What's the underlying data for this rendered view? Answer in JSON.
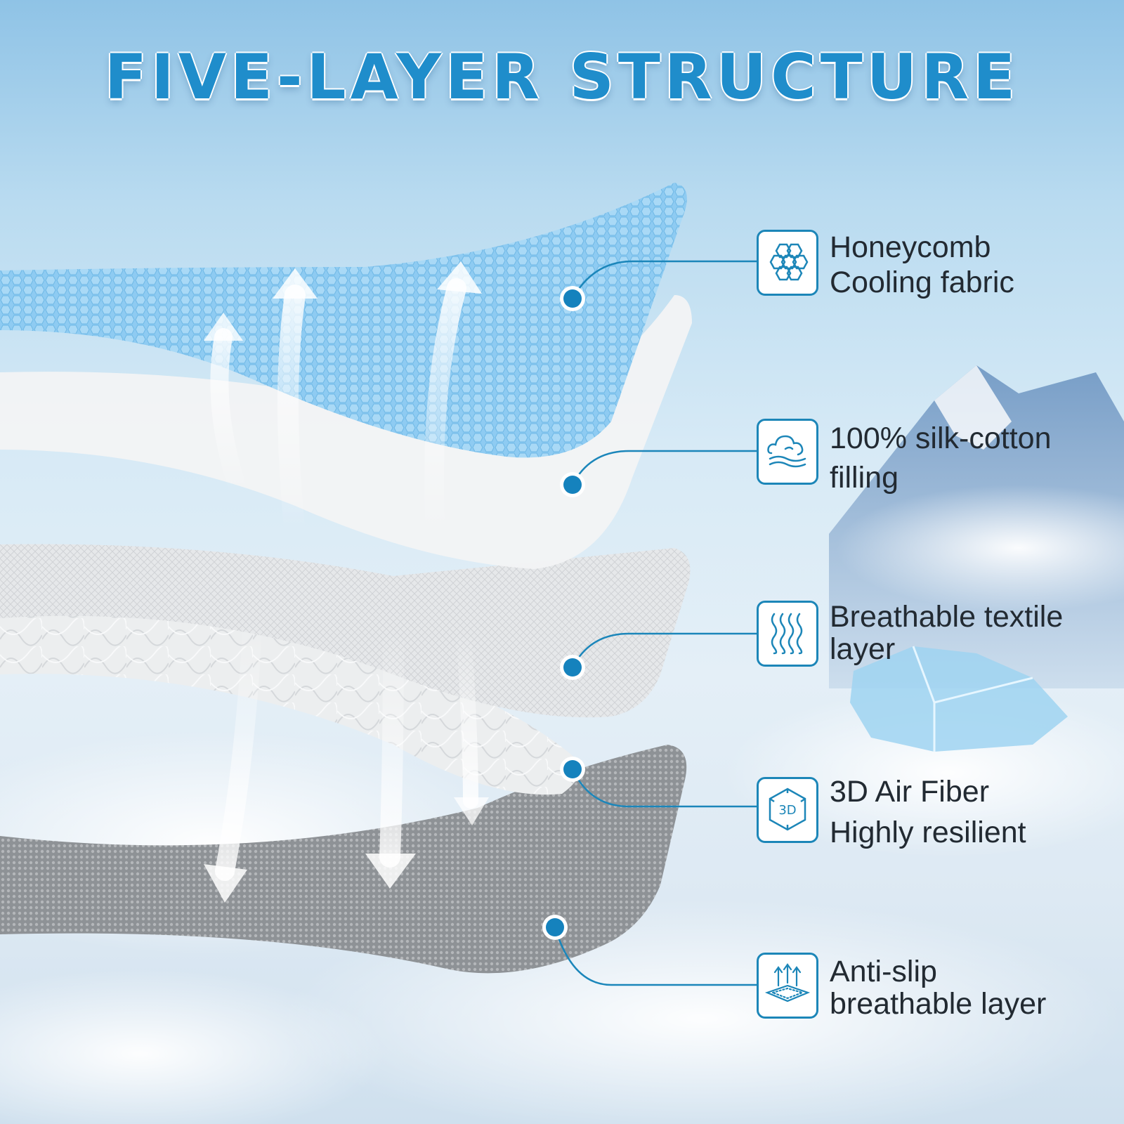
{
  "title": "FIVE-LAYER STRUCTURE",
  "colors": {
    "accent": "#1f8dcb",
    "dot": "#1582bd",
    "text": "#222a32"
  },
  "layers": [
    {
      "line1": "Honeycomb",
      "line2": "Cooling fabric",
      "icon": "honeycomb-icon"
    },
    {
      "line1": "100% silk-cotton",
      "line2": "filling",
      "icon": "cloud-wind-icon"
    },
    {
      "line1": "Breathable textile",
      "line2": "layer",
      "icon": "wavy-lines-icon"
    },
    {
      "line1": "3D Air Fiber",
      "line2": "Highly resilient",
      "icon": "3d-cube-icon"
    },
    {
      "line1": "Anti-slip",
      "line2": "breathable layer",
      "icon": "breathable-mesh-icon"
    }
  ],
  "cube_label": "3D"
}
